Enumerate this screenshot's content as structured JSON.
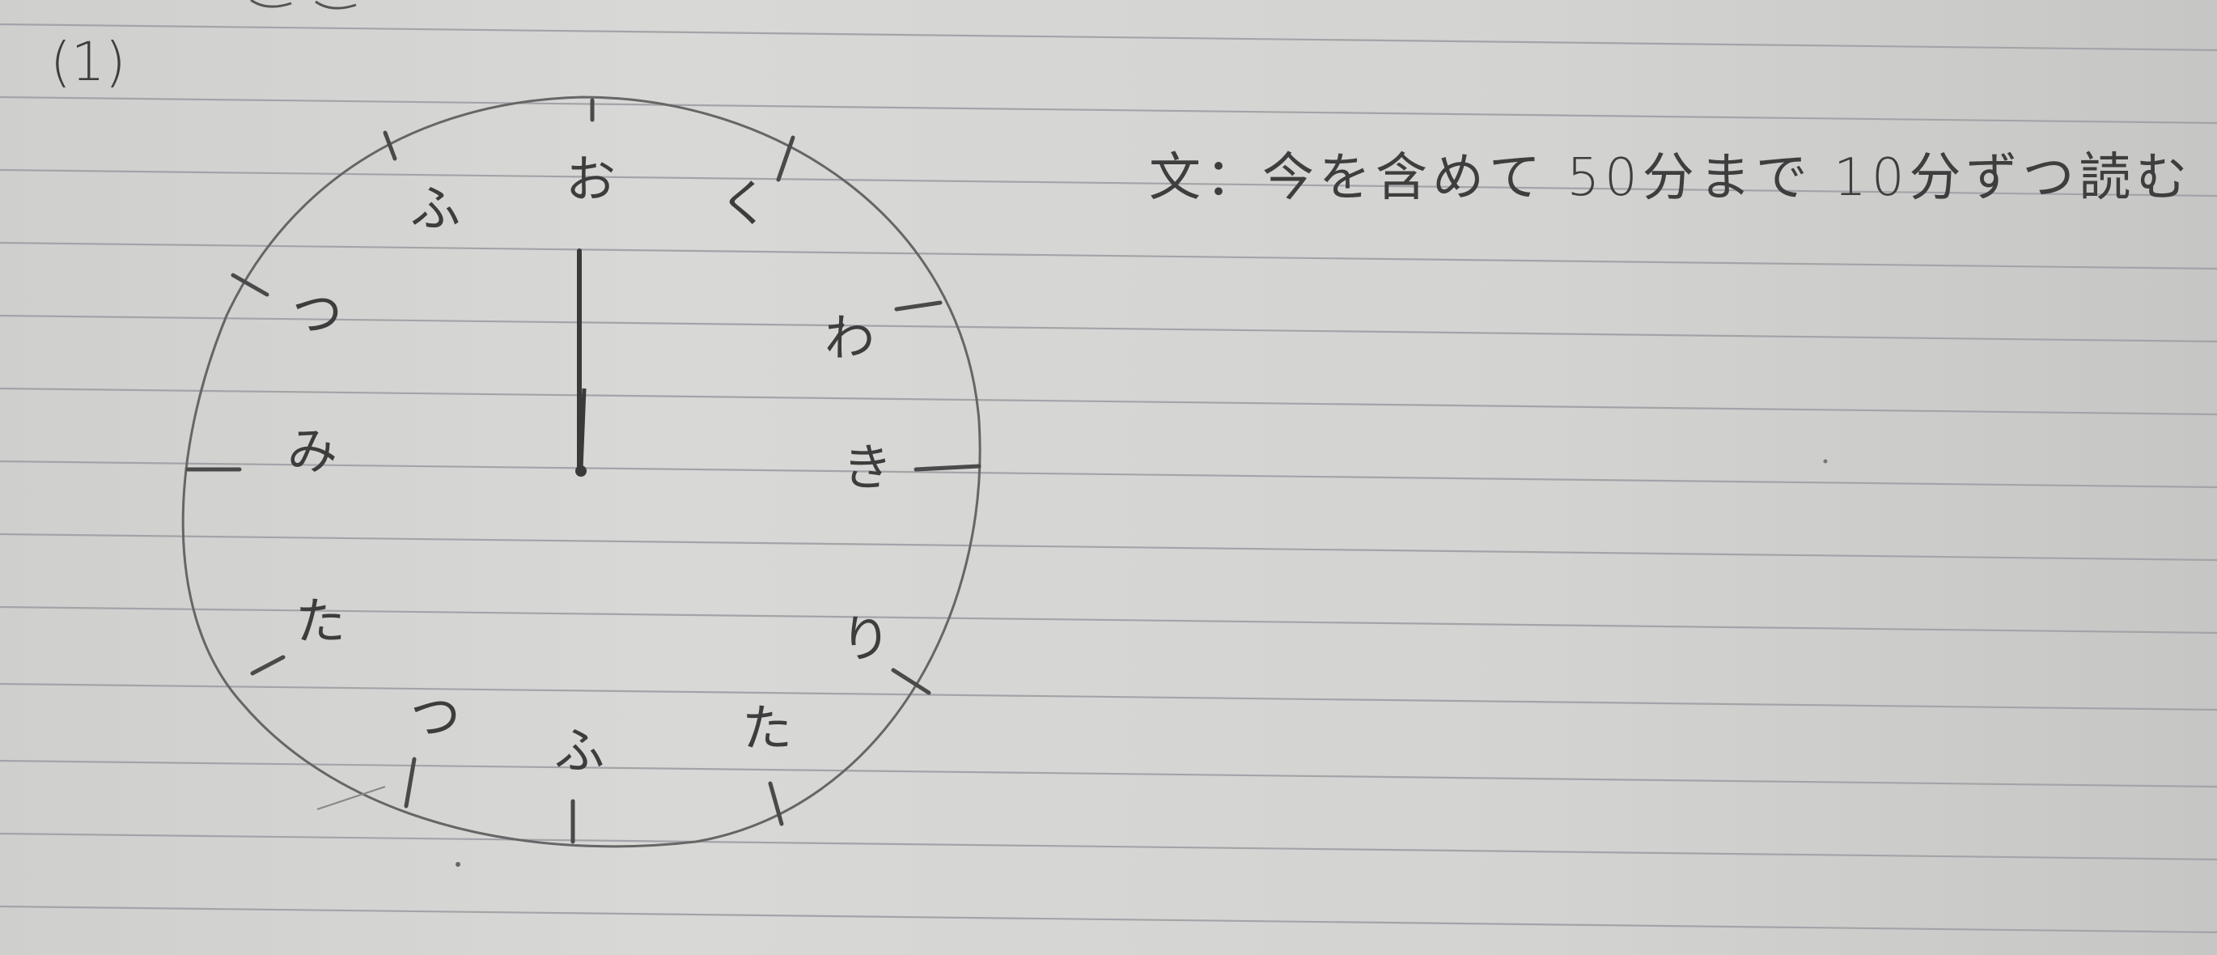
{
  "problem_number": "(1)",
  "instruction": "文：今を含めて 50分まで 10分ずつ読む",
  "clock": {
    "hour_labels": [
      "お",
      "く",
      "わ",
      "き",
      "り",
      "た",
      "ふ",
      "つ",
      "た",
      "み",
      "つ",
      "ふ"
    ],
    "hand_position": "12"
  },
  "colors": {
    "paper": "#d6d6d4",
    "rule_line": "#9ea0a3",
    "pencil": "#3f3f3f"
  }
}
